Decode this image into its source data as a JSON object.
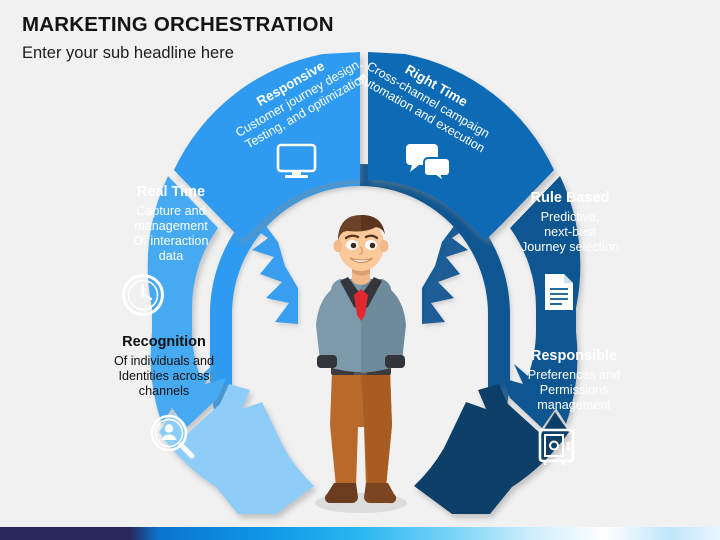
{
  "header": {
    "title": "MARKETING ORCHESTRATION",
    "subtitle": "Enter your sub headline here"
  },
  "colors": {
    "background": "#f1f1f1",
    "responsive": "#2e9bf0",
    "right_time": "#0b6bb5",
    "rule_based": "#0a5691",
    "responsible": "#0e4068",
    "real_time": "#45aaf2",
    "recognition": "#8ecdf7",
    "inner_ring_left": "#2e9bf0",
    "inner_ring_right": "#0a5691"
  },
  "segments": [
    {
      "id": "responsive",
      "title": "Responsive",
      "description": "Customer journey design,\nTesting, and optimization",
      "desc_line1": "Customer journey design,",
      "desc_line2": "Testing, and optimization",
      "icon": "monitor-icon",
      "color": "#2e9bf0",
      "text_color": "#ffffff"
    },
    {
      "id": "right-time",
      "title": "Right Time",
      "description": "Cross-channel campaign\nAutomation and execution",
      "desc_line1": "Cross-channel campaign",
      "desc_line2": "Automation and execution",
      "icon": "chat-bubbles-icon",
      "color": "#0b6bb5",
      "text_color": "#ffffff"
    },
    {
      "id": "rule-based",
      "title": "Rule Based",
      "description": "Predictive,\nnext-best\nJourney selection",
      "desc_line1": "Predictive,",
      "desc_line2": "next-best",
      "desc_line3": "Journey selection",
      "icon": "document-icon",
      "color": "#0a5691",
      "text_color": "#ffffff"
    },
    {
      "id": "responsible",
      "title": "Responsible",
      "description": "Preferences and\nPermissions\nmanagement",
      "desc_line1": "Preferences and",
      "desc_line2": "Permissions",
      "desc_line3": "management",
      "icon": "safe-vault-icon",
      "color": "#0e4068",
      "text_color": "#ffffff"
    },
    {
      "id": "recognition",
      "title": "Recognition",
      "description": "Of individuals and\nIdentities across\nchannels",
      "desc_line1": "Of individuals and",
      "desc_line2": "Identities across",
      "desc_line3": "channels",
      "icon": "user-search-icon",
      "color": "#8ecdf7",
      "text_color": "#101010"
    },
    {
      "id": "real-time",
      "title": "Real Time",
      "description": "Capture and\nmanagement\nOf interaction\ndata",
      "desc_line1": "Capture and",
      "desc_line2": "management",
      "desc_line3": "Of interaction",
      "desc_line4": "data",
      "icon": "clock-icon",
      "color": "#45aaf2",
      "text_color": "#ffffff"
    }
  ],
  "center": {
    "illustration": "businessman-character",
    "description": "Cartoon businessman standing with hands in pockets"
  }
}
